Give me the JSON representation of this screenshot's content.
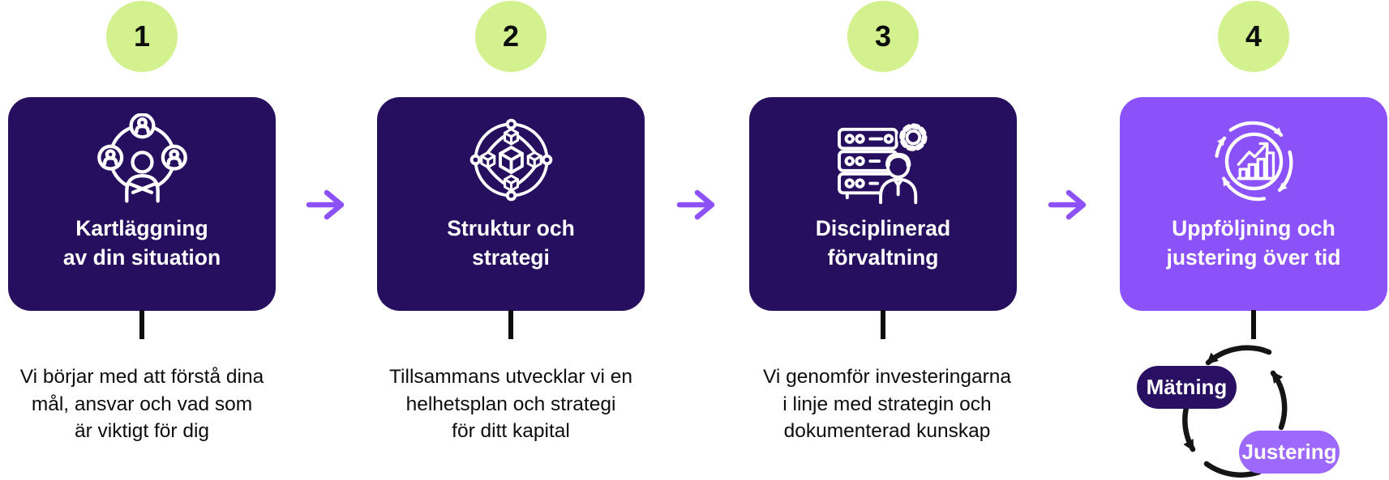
{
  "diagram_title": "4-step wealth management process",
  "steps": [
    {
      "number": "1",
      "icon": "people-network-icon",
      "title": [
        "Kartläggning",
        "av din situation"
      ],
      "description": [
        "Vi börjar med att förstå dina",
        "mål, ansvar och vad som",
        "är viktigt för dig"
      ]
    },
    {
      "number": "2",
      "icon": "cubes-network-icon",
      "title": [
        "Struktur och",
        "strategi"
      ],
      "description": [
        "Tillsammans utvecklar vi en",
        "helhetsplan och strategi",
        "för ditt kapital"
      ]
    },
    {
      "number": "3",
      "icon": "servers-gear-person-icon",
      "title": [
        "Disciplinerad",
        "förvaltning"
      ],
      "description": [
        "Vi genomför investeringarna",
        "i linje med strategin och",
        "dokumenterad kunskap"
      ]
    },
    {
      "number": "4",
      "icon": "cycle-growth-icon",
      "title": [
        "Uppföljning och",
        "justering över tid"
      ],
      "description": [],
      "cycle": {
        "labels": [
          "Mätning",
          "Justering"
        ]
      }
    }
  ],
  "colors": {
    "background": "#ffffff",
    "card_dark_purple": "#260f5f",
    "card_light_purple": "#8c52fa",
    "step_circle_lime": "#d3f18e",
    "flow_arrow_purple": "#8c52f8",
    "pill_dark": "#2a1063",
    "pill_light": "#9d69fc",
    "text_black": "#0d0d0d",
    "icon_stroke": "#ffffff",
    "cycle_arrow_black": "#151515"
  }
}
